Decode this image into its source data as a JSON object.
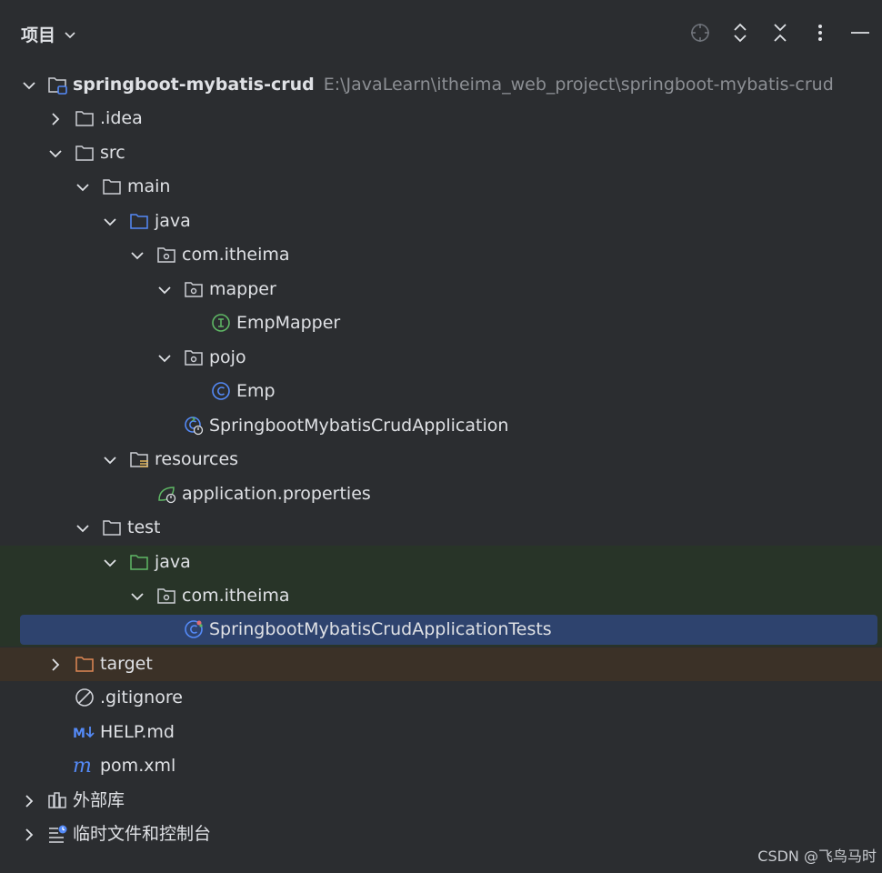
{
  "header": {
    "title": "项目"
  },
  "tree": {
    "root_name": "springboot-mybatis-crud",
    "root_path": "E:\\JavaLearn\\itheima_web_project\\springboot-mybatis-crud",
    "idea": ".idea",
    "src": "src",
    "main": "main",
    "main_java": "java",
    "main_pkg": "com.itheima",
    "mapper": "mapper",
    "emp_mapper": "EmpMapper",
    "pojo": "pojo",
    "emp": "Emp",
    "app": "SpringbootMybatisCrudApplication",
    "resources": "resources",
    "app_props": "application.properties",
    "test": "test",
    "test_java": "java",
    "test_pkg": "com.itheima",
    "app_tests": "SpringbootMybatisCrudApplicationTests",
    "target": "target",
    "gitignore": ".gitignore",
    "help": "HELP.md",
    "pom": "pom.xml",
    "ext_libs": "外部库",
    "scratches": "临时文件和控制台"
  },
  "watermark": "CSDN @飞鸟马时",
  "colors": {
    "background": "#2b2d30",
    "selected": "#2e436e",
    "test_highlight": "#283428",
    "excluded_highlight": "#3b3127",
    "source_folder": "#548af7",
    "test_folder": "#5fb865",
    "excluded_folder": "#e08855"
  }
}
